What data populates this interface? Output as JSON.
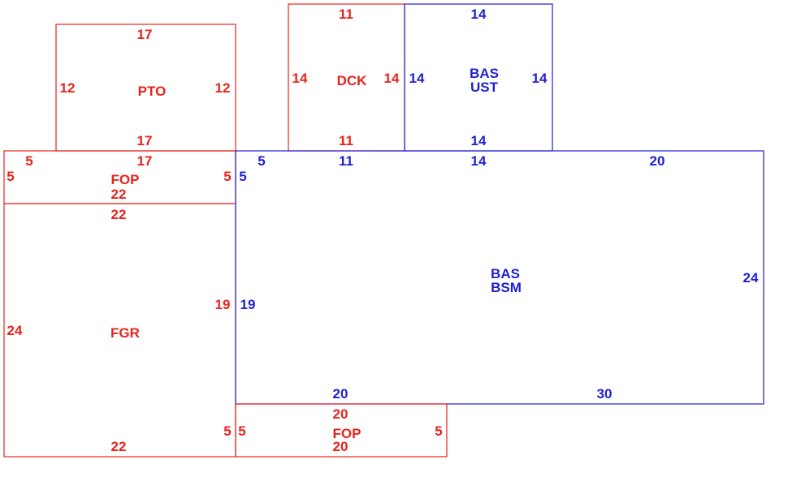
{
  "colors": {
    "red": "#e8231c",
    "blue": "#1f1fd1"
  },
  "areas": {
    "pto": {
      "label": "PTO",
      "top": "17",
      "bottom": "17",
      "left": "12",
      "right": "12"
    },
    "dck": {
      "label": "DCK",
      "top": "11",
      "bottom": "11",
      "left": "14",
      "right": "14"
    },
    "bas_ust": {
      "label_1": "BAS",
      "label_2": "UST",
      "top": "14",
      "bottom": "14",
      "left": "14",
      "right": "14"
    },
    "fop_top": {
      "label": "FOP",
      "top": "17",
      "top_left": "5",
      "left": "5",
      "right": "5",
      "bottom": "22"
    },
    "fgr": {
      "label": "FGR",
      "top": "22",
      "left": "24",
      "right": "19",
      "bottom": "22",
      "bottom_right": "5"
    },
    "bas_bsm": {
      "label_1": "BAS",
      "label_2": "BSM",
      "top_a": "5",
      "top_b": "11",
      "top_c": "14",
      "top_d": "20",
      "left_top": "5",
      "left": "19",
      "right": "24",
      "bottom_a": "20",
      "bottom_b": "30"
    },
    "fop_bottom": {
      "label": "FOP",
      "top": "20",
      "bottom": "20",
      "left": "5",
      "right": "5"
    }
  }
}
